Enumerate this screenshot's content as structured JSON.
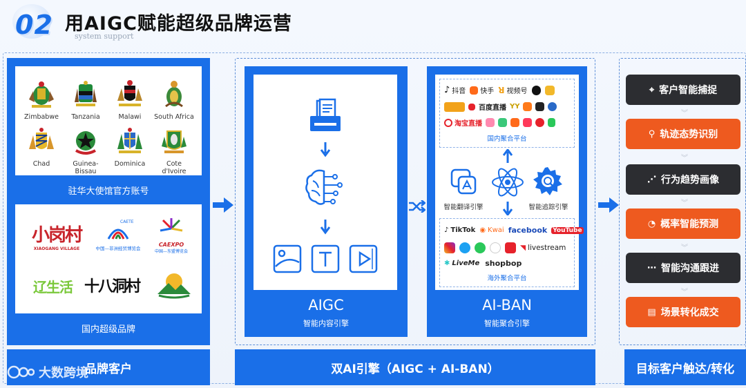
{
  "header": {
    "number": "02",
    "title": "用AIGC赋能超级品牌运营",
    "subtitle": "system support"
  },
  "left": {
    "embassies": [
      {
        "name": "Zimbabwe",
        "icon": "zimbabwe-emblem-icon"
      },
      {
        "name": "Tanzania",
        "icon": "tanzania-emblem-icon"
      },
      {
        "name": "Malawi",
        "icon": "malawi-emblem-icon"
      },
      {
        "name": "South Africa",
        "icon": "south-africa-emblem-icon"
      },
      {
        "name": "Chad",
        "icon": "chad-emblem-icon"
      },
      {
        "name": "Guinea-Bissau",
        "icon": "guinea-bissau-emblem-icon"
      },
      {
        "name": "Dominica",
        "icon": "dominica-emblem-icon"
      },
      {
        "name": "Cote d'Ivoire",
        "icon": "cote-divoire-emblem-icon"
      }
    ],
    "embassy_label": "驻华大使馆官方账号",
    "brands": {
      "xiaogang": "小岗村",
      "xiaogang_sub": "XIAOGANG VILLAGE",
      "caete_top": "CAETE",
      "caete_sub": "中国—非洲经贸博览会",
      "caexpo": "CAEXPO",
      "caexpo_sub": "中国—东盟博览会",
      "liaoshenghuo": "辽生活",
      "shibadongcun": "十八洞村"
    },
    "brand_label": "国内超级品牌",
    "footer": "品牌客户"
  },
  "middle": {
    "aigc_title": "AIGC",
    "aigc_sub": "智能内容引擎",
    "aiban_title": "AI-BAN",
    "aiban_sub": "智能聚合引擎",
    "domestic_label": "国内聚合平台",
    "overseas_label": "海外聚合平台",
    "translate_label": "智能翻译引擎",
    "tracking_label": "智能追踪引擎",
    "domestic_platforms": [
      "抖音",
      "快手",
      "视频号",
      "百度直播",
      "YY",
      "淘宝直播"
    ],
    "overseas_platforms": [
      "TikTok",
      "Kwai",
      "facebook",
      "YouTube",
      "livestream",
      "LiveMe",
      "shopbop"
    ],
    "footer": "双AI引擎（AIGC + AI-BAN）"
  },
  "right": {
    "steps": [
      {
        "label": "客户智能捕捉",
        "style": "dark",
        "icon": "target-icon"
      },
      {
        "label": "轨迹态势识别",
        "style": "orange",
        "icon": "location-icon"
      },
      {
        "label": "行为趋势画像",
        "style": "dark",
        "icon": "trend-icon"
      },
      {
        "label": "概率智能预测",
        "style": "orange",
        "icon": "pie-icon"
      },
      {
        "label": "智能沟通跟进",
        "style": "dark",
        "icon": "chat-icon"
      },
      {
        "label": "场景转化成交",
        "style": "orange",
        "icon": "card-icon"
      }
    ],
    "footer": "目标客户触达/转化"
  },
  "watermark": "大数跨境",
  "colors": {
    "primary": "#1a6fe8",
    "dark": "#2c2d31",
    "orange": "#ee5a1f"
  }
}
